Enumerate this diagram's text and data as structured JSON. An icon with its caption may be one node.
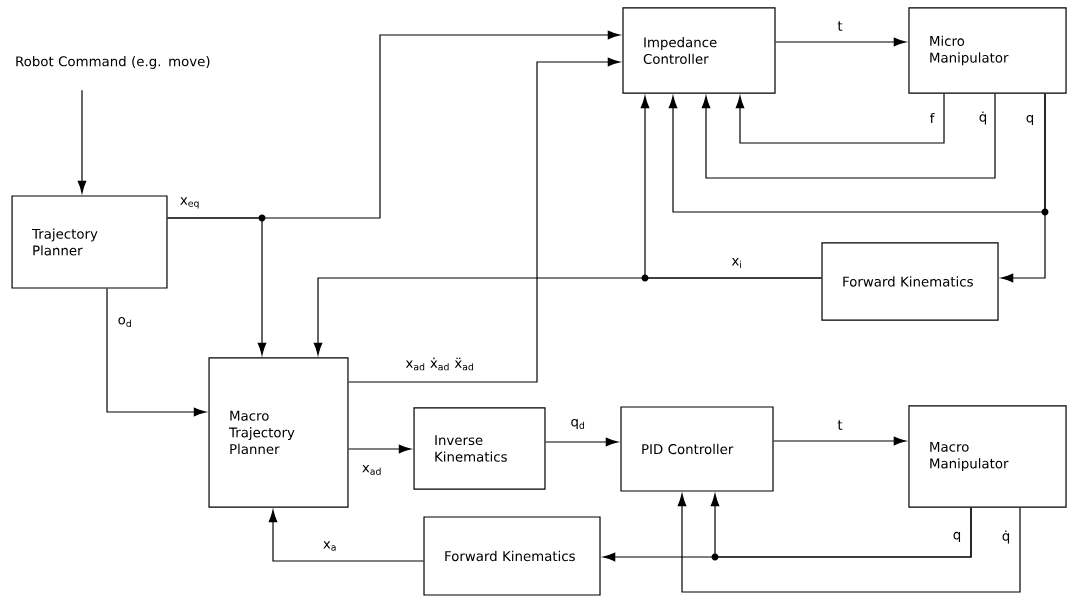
{
  "diagram": {
    "nodes": [
      {
        "text": [
          "Robot Command (e.g. move)"
        ]
      },
      {
        "text": [
          "Trajectory Planner"
        ]
      },
      {
        "text": [
          "Impedance Controller"
        ]
      },
      {
        "text": [
          "Micro Manipulator"
        ]
      },
      {
        "text": [
          "Forward Kinematics"
        ]
      },
      {
        "text": [
          "Macro Trajectory Planner"
        ]
      },
      {
        "text": [
          "Inverse Kinematics"
        ]
      },
      {
        "text": [
          "PID Controller"
        ]
      },
      {
        "text": [
          "Macro Manipulator"
        ]
      },
      {
        "text": [
          "Forward Kinematics"
        ]
      }
    ],
    "edges": [
      {
        "from": 0,
        "to": 1,
        "arrow": "to"
      },
      {
        "from": 1,
        "to": 2,
        "arrow": "to",
        "label": "x$_{eq}$"
      },
      {
        "from": 1,
        "to": 5,
        "arrow": "to"
      },
      {
        "from": 1,
        "to": 5,
        "arrow": "to",
        "label": "o$_{d}$"
      },
      {
        "from": 5,
        "to": 2,
        "arrow": "to",
        "label": "x$_{ad}$   ẋ$_{ad}$   ẍ$_{ad}$"
      },
      {
        "from": 5,
        "to": 6,
        "arrow": "to",
        "label": "x$_{ad}$"
      },
      {
        "from": 6,
        "to": 7,
        "arrow": "to",
        "label": "q$_{d}$"
      },
      {
        "from": 7,
        "to": 8,
        "arrow": "to",
        "label": "t"
      },
      {
        "from": 2,
        "to": 3,
        "arrow": "to",
        "label": "t"
      },
      {
        "from": 3,
        "to": 2,
        "arrow": "to",
        "label": "f"
      },
      {
        "from": 3,
        "to": 2,
        "arrow": "to",
        "label": "q̇"
      },
      {
        "from": 3,
        "to": 2,
        "arrow": "to",
        "label": "q"
      },
      {
        "from": 3,
        "to": 4,
        "arrow": "to"
      },
      {
        "from": 4,
        "to": 2,
        "arrow": "to",
        "label": "x$_{i}$"
      },
      {
        "from": 4,
        "to": 5,
        "arrow": "to"
      },
      {
        "from": 8,
        "to": 7,
        "arrow": "to",
        "label": "q"
      },
      {
        "from": 8,
        "to": 9,
        "arrow": "to"
      },
      {
        "from": 8,
        "to": 7,
        "arrow": "to",
        "label": "q̇"
      },
      {
        "from": 9,
        "to": 5,
        "arrow": "to",
        "label": "x$_{a}$"
      }
    ]
  }
}
